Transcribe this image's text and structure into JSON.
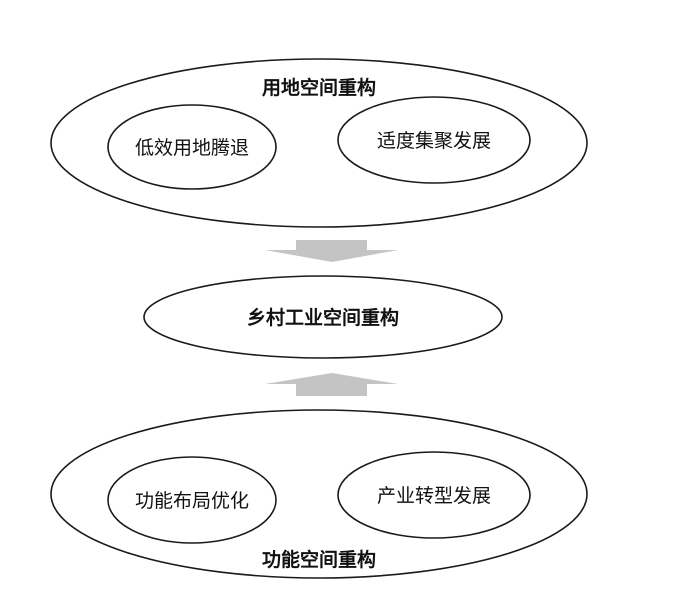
{
  "diagram": {
    "top_group": {
      "title": "用地空间重构",
      "left_item": "低效用地腾退",
      "right_item": "适度集聚发展"
    },
    "center": {
      "title": "乡村工业空间重构"
    },
    "bottom_group": {
      "title": "功能空间重构",
      "left_item": "功能布局优化",
      "right_item": "产业转型发展"
    }
  }
}
